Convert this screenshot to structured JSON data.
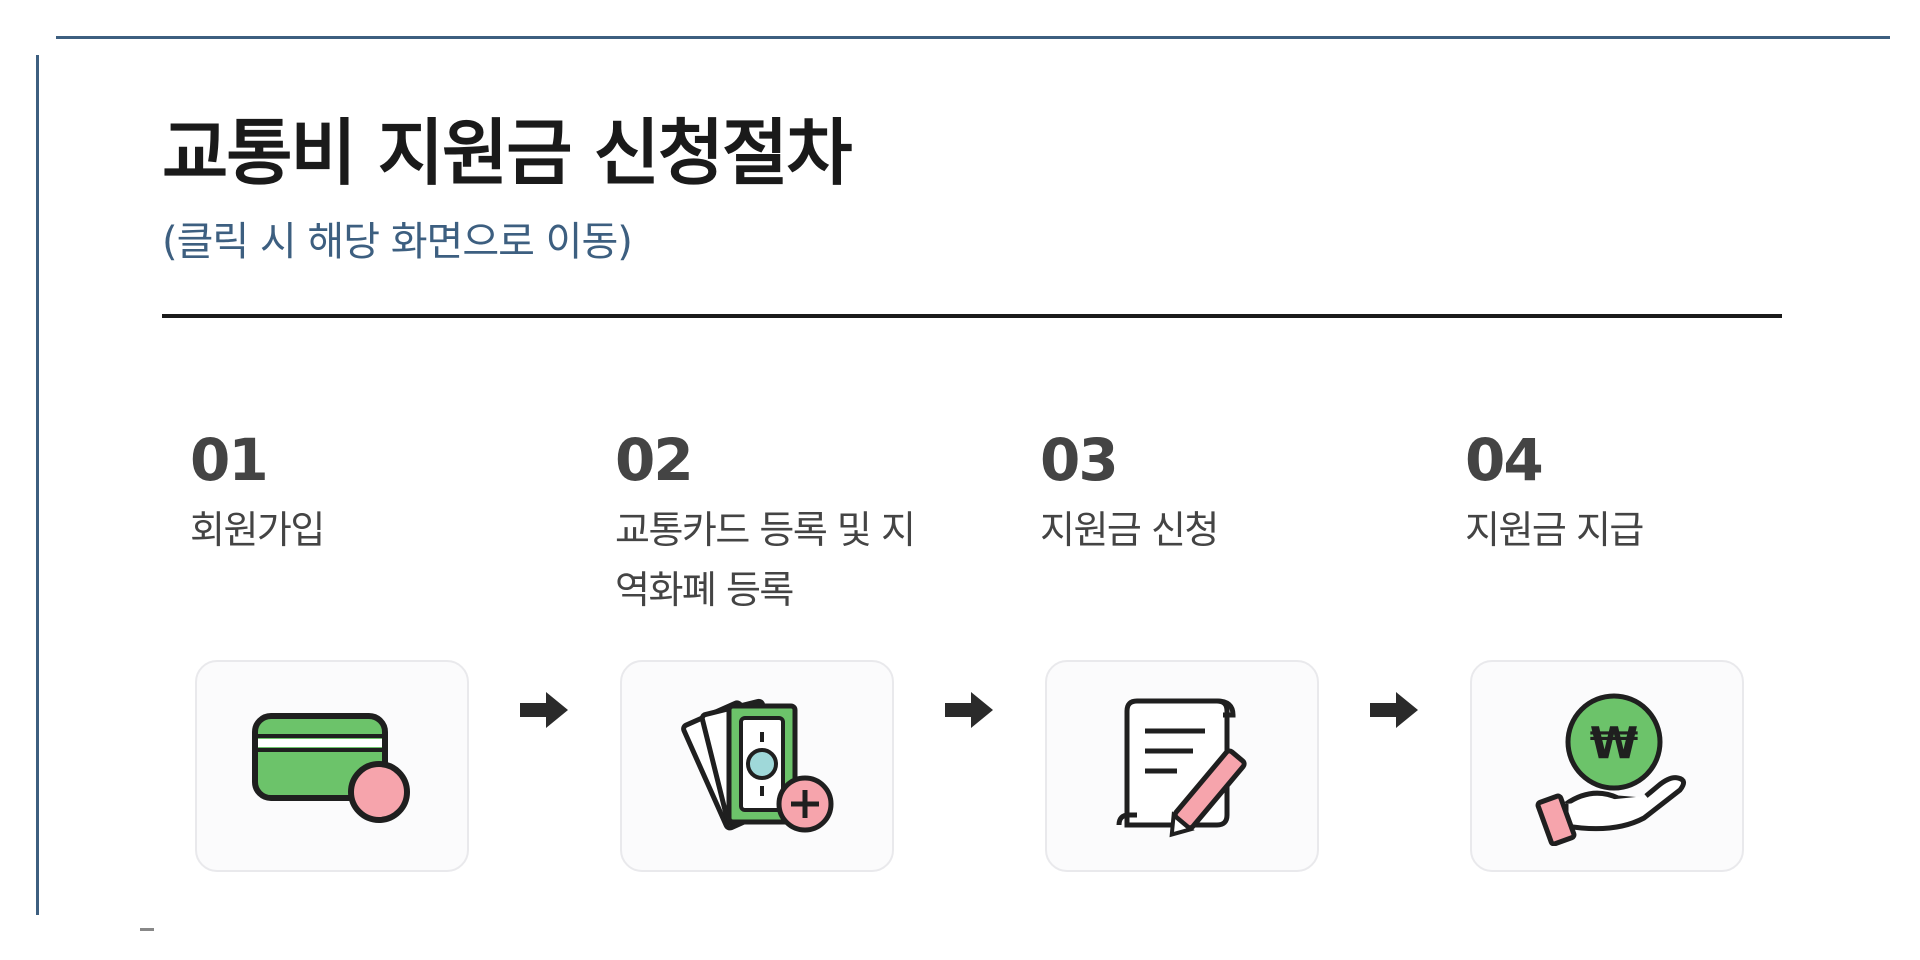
{
  "title": "교통비 지원금 신청절차",
  "subtitle": "(클릭 시 해당 화면으로 이동)",
  "colors": {
    "frame": "#3d5f80",
    "subtitle": "#3d5f80",
    "green": "#6cc36a",
    "pink": "#f6a4ac",
    "outline": "#1f1f1f",
    "card_bg": "#fbfbfc"
  },
  "steps": [
    {
      "number": "01",
      "label": "회원가입",
      "icon": "credit-card-icon"
    },
    {
      "number": "02",
      "label": "교통카드 등록 및 지역화폐 등록",
      "icon": "money-add-icon"
    },
    {
      "number": "03",
      "label": "지원금 신청",
      "icon": "document-pen-icon"
    },
    {
      "number": "04",
      "label": "지원금 지급",
      "icon": "won-coin-hand-icon"
    }
  ],
  "icons": {
    "coin_symbol": "₩",
    "arrow": "arrow-right-icon"
  }
}
